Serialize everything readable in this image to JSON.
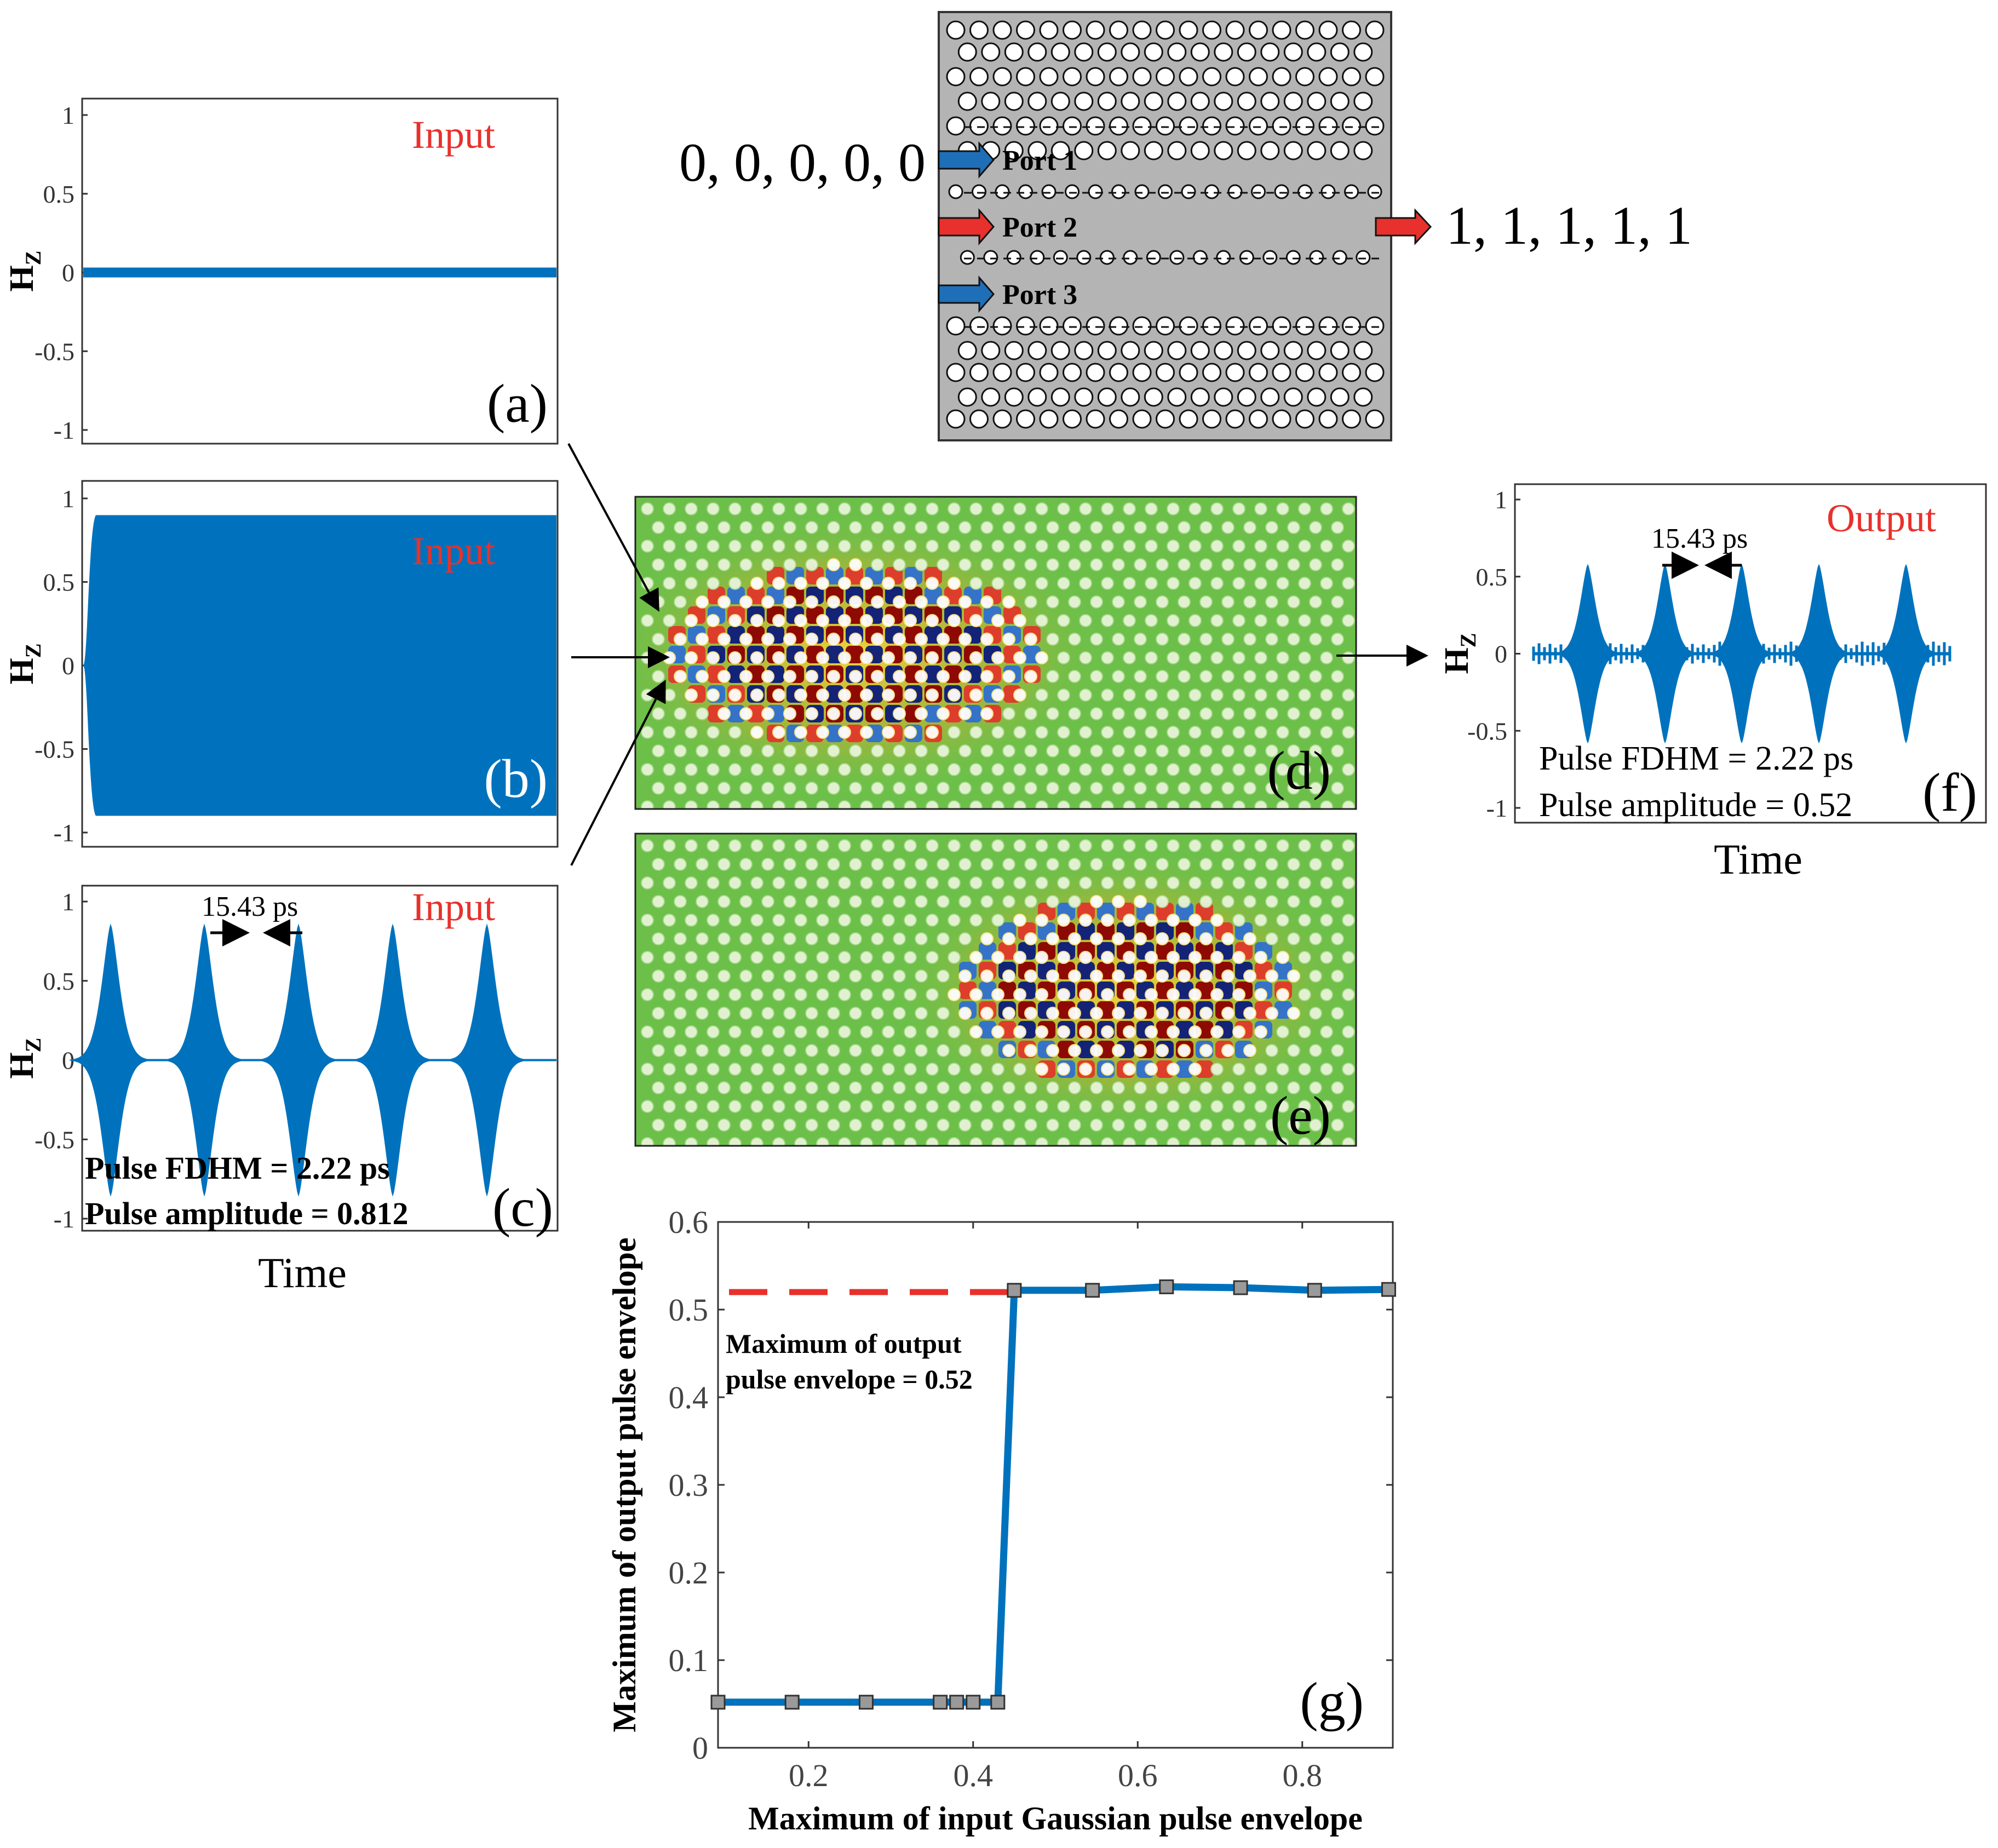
{
  "colors": {
    "signal": "#0072bd",
    "label_red": "#e8312c",
    "dash_red": "#e8312c",
    "gray_marker": "#9a9a9a",
    "device_bg": "#b4b4b4",
    "field_bg": "#6cc04a",
    "arrow_blue": "#1f6fb8",
    "arrow_red": "#e8312c"
  },
  "panels": {
    "a": {
      "tag": "(a)",
      "label": "Input",
      "ylabel": "H",
      "ysub": "Z",
      "yticks": [
        "1",
        "0.5",
        "0",
        "-0.5",
        "-1"
      ]
    },
    "b": {
      "tag": "(b)",
      "label": "Input",
      "ylabel": "H",
      "ysub": "Z",
      "yticks": [
        "1",
        "0.5",
        "0",
        "-0.5",
        "-1"
      ]
    },
    "c": {
      "tag": "(c)",
      "label": "Input",
      "ylabel": "H",
      "ysub": "Z",
      "yticks": [
        "1",
        "0.5",
        "0",
        "-0.5",
        "-1"
      ],
      "period": "15.43 ps",
      "fdhm": "Pulse FDHM = 2.22 ps",
      "amplitude": "Pulse amplitude = 0.812",
      "xlabel": "Time"
    },
    "d": {
      "tag": "(d)"
    },
    "e": {
      "tag": "(e)"
    },
    "f": {
      "tag": "(f)",
      "label": "Output",
      "ylabel": "H",
      "ysub": "Z",
      "yticks": [
        "1",
        "0.5",
        "0",
        "-0.5",
        "-1"
      ],
      "period": "15.43 ps",
      "fdhm": "Pulse FDHM = 2.22 ps",
      "amplitude": "Pulse amplitude = 0.52",
      "xlabel": "Time"
    },
    "device": {
      "input_bits": "0, 0, 0, 0, 0",
      "output_bits": "1, 1, 1, 1, 1",
      "port1": "Port 1",
      "port2": "Port 2",
      "port3": "Port 3"
    }
  },
  "chart_data": [
    {
      "id": "a",
      "type": "line",
      "xlabel": "",
      "ylabel": "Hz",
      "ylim": [
        -1,
        1
      ],
      "yticks": [
        1,
        0.5,
        0,
        -0.5,
        -1
      ],
      "envelope": 0
    },
    {
      "id": "b",
      "type": "area",
      "xlabel": "",
      "ylabel": "Hz",
      "ylim": [
        -1,
        1
      ],
      "yticks": [
        1,
        0.5,
        0,
        -0.5,
        -1
      ],
      "envelope": 0.9
    },
    {
      "id": "c",
      "type": "line",
      "xlabel": "Time",
      "ylabel": "Hz",
      "ylim": [
        -1,
        1
      ],
      "yticks": [
        1,
        0.5,
        0,
        -0.5,
        -1
      ],
      "pulse_count": 5,
      "pulse_amplitude": 0.812,
      "pulse_fdhm_ps": 2.22,
      "pulse_period_ps": 15.43
    },
    {
      "id": "f",
      "type": "line",
      "xlabel": "Time",
      "ylabel": "Hz",
      "ylim": [
        -1,
        1
      ],
      "yticks": [
        1,
        0.5,
        0,
        -0.5,
        -1
      ],
      "pulse_count": 5,
      "pulse_amplitude": 0.52,
      "pulse_fdhm_ps": 2.22,
      "pulse_period_ps": 15.43
    },
    {
      "id": "g",
      "type": "line",
      "xlabel": "Maximum of input Gaussian pulse envelope",
      "ylabel": "Maximum of output pulse envelope",
      "xlim": [
        0.09,
        0.91
      ],
      "ylim": [
        0,
        0.6
      ],
      "xticks": [
        0.2,
        0.4,
        0.6,
        0.8
      ],
      "yticks": [
        0,
        0.1,
        0.2,
        0.3,
        0.4,
        0.5,
        0.6
      ],
      "x": [
        0.09,
        0.18,
        0.27,
        0.36,
        0.38,
        0.4,
        0.43,
        0.45,
        0.545,
        0.635,
        0.725,
        0.815,
        0.905
      ],
      "y": [
        0.052,
        0.052,
        0.052,
        0.052,
        0.052,
        0.052,
        0.052,
        0.522,
        0.522,
        0.526,
        0.525,
        0.522,
        0.523
      ],
      "threshold": 0.52,
      "annotation": "Maximum of output pulse envelope = 0.52",
      "tag": "(g)"
    }
  ],
  "g_note": {
    "line1": "Maximum of output",
    "line2": "pulse envelope = 0.52"
  }
}
